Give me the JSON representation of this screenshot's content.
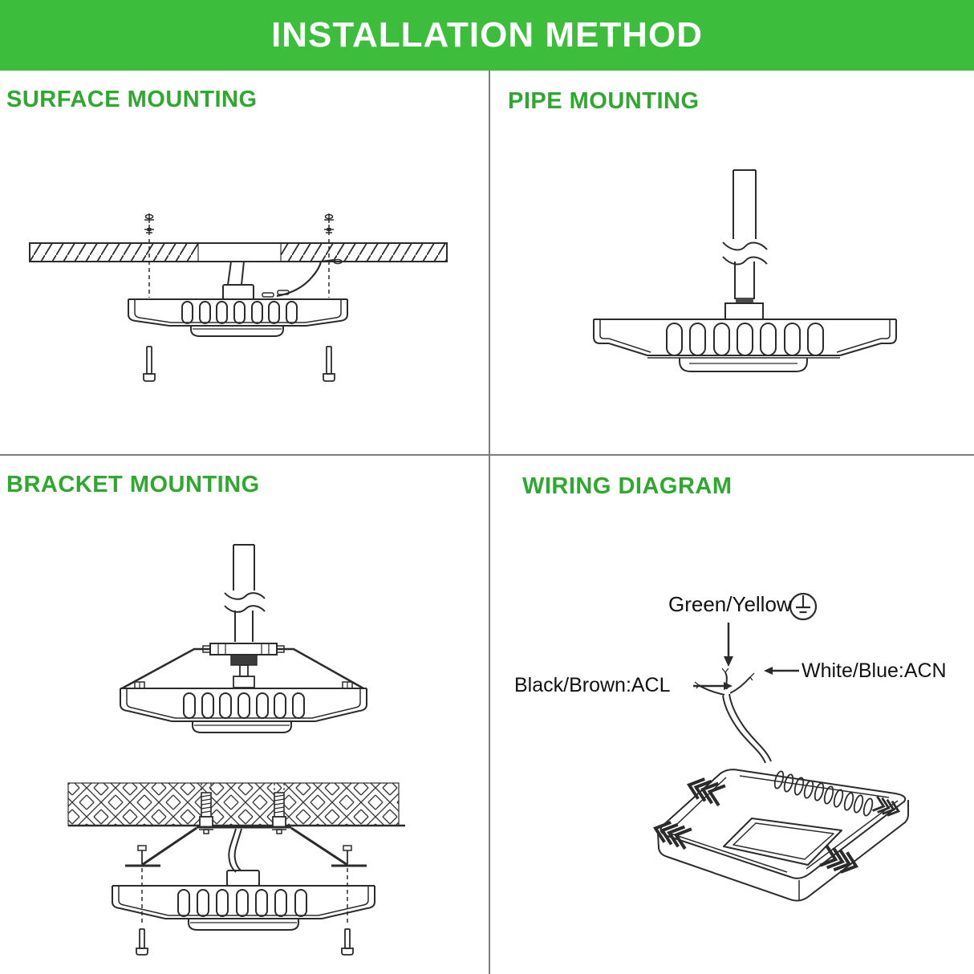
{
  "header": {
    "title": "INSTALLATION METHOD"
  },
  "sections": {
    "surface": {
      "title": "SURFACE MOUNTING"
    },
    "pipe": {
      "title": "PIPE MOUNTING"
    },
    "bracket": {
      "title": "BRACKET MOUNTING"
    },
    "wiring": {
      "title": "WIRING DIAGRAM",
      "labels": {
        "ground_wire": "Green/Yellow",
        "live_wire": "Black/Brown:ACL",
        "neutral_wire": "White/Blue:ACN"
      }
    }
  },
  "colors": {
    "header_bg": "#3cbe3c",
    "header_text": "#ffffff",
    "section_title_green": "#2ea82e",
    "divider_gray": "#7c7c7c",
    "line_art": "#2b2b2b"
  }
}
